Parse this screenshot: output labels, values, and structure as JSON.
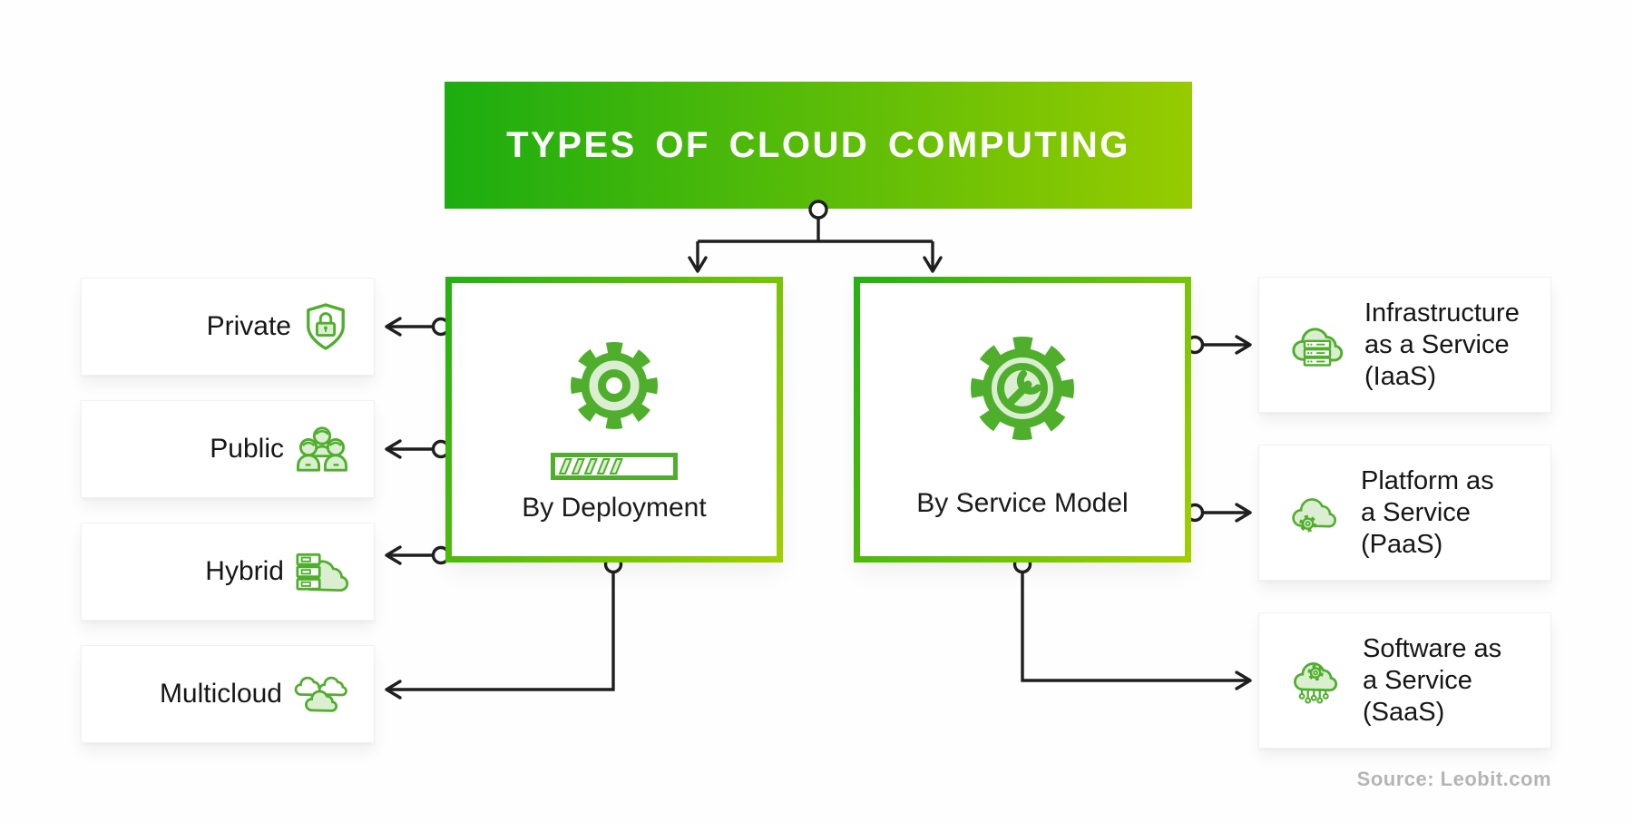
{
  "title": "TYPES OF CLOUD COMPUTING",
  "source": "Source: Leobit.com",
  "colors": {
    "banner_gradient_start": "#1cad10",
    "banner_gradient_end": "#97cb00",
    "box_border_gradient_start": "#24b013",
    "box_border_gradient_end": "#a2ce00",
    "icon_green": "#4faf2d",
    "icon_green_light": "#dceed2",
    "connector_line": "#1f1f1f",
    "text": "#161616",
    "muted_text": "#b5b5b5"
  },
  "branches": {
    "deployment": {
      "label": "By Deployment",
      "icon": "gear-progress-icon",
      "items": [
        {
          "label": "Private",
          "icon": "shield-lock-icon"
        },
        {
          "label": "Public",
          "icon": "people-icon"
        },
        {
          "label": "Hybrid",
          "icon": "server-cloud-icon"
        },
        {
          "label": "Multicloud",
          "icon": "multi-clouds-icon"
        }
      ]
    },
    "service_model": {
      "label": "By Service Model",
      "icon": "gear-wrench-icon",
      "items": [
        {
          "lines": [
            "Infrastructure",
            "as a Service",
            "(IaaS)"
          ],
          "icon": "cloud-servers-icon"
        },
        {
          "lines": [
            "Platform as",
            "a Service",
            "(PaaS)"
          ],
          "icon": "cloud-gear-icon"
        },
        {
          "lines": [
            "Software as",
            "a Service",
            "(SaaS)"
          ],
          "icon": "cloud-network-icon"
        }
      ]
    }
  }
}
